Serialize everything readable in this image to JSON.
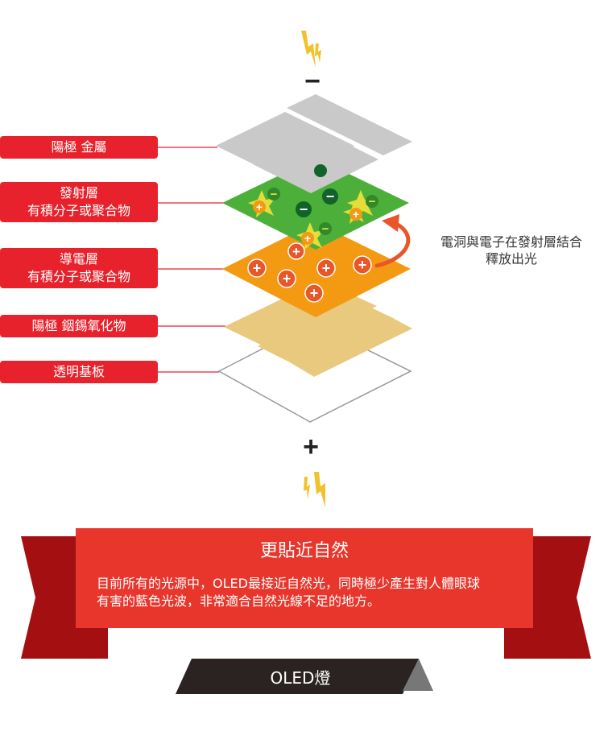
{
  "layers": [
    {
      "id": "cathode",
      "lines": [
        "陽極 金屬"
      ],
      "color": "#c9c9c9"
    },
    {
      "id": "emissive",
      "lines": [
        "發射層",
        "有積分子或聚合物"
      ],
      "color": "#4caf3a"
    },
    {
      "id": "conductive",
      "lines": [
        "導電層",
        "有積分子或聚合物"
      ],
      "color": "#f39a12"
    },
    {
      "id": "anode",
      "lines": [
        "陽極 銦錫氧化物"
      ],
      "color": "#e8c97e"
    },
    {
      "id": "substrate",
      "lines": [
        "透明基板"
      ],
      "color": "#ffffff"
    }
  ],
  "annotation": {
    "lines": [
      "電洞與電子在發射層結合",
      "釋放出光"
    ]
  },
  "terminals": {
    "top": "−",
    "bottom": "+"
  },
  "charges": {
    "electron": "−",
    "hole": "+"
  },
  "ribbon": {
    "title": "更貼近自然",
    "body": [
      "目前所有的光源中，OLED最接近自然光，同時極少產生對人體眼球",
      "有害的藍色光波，非常適合自然光線不足的地方。"
    ],
    "tag": "OLED燈"
  },
  "colors": {
    "red": "#e8222c",
    "dark_red": "#a40f12",
    "bolt": "#f2c12e",
    "arrow": "#e8562a",
    "tag_bg": "#2b2322"
  }
}
